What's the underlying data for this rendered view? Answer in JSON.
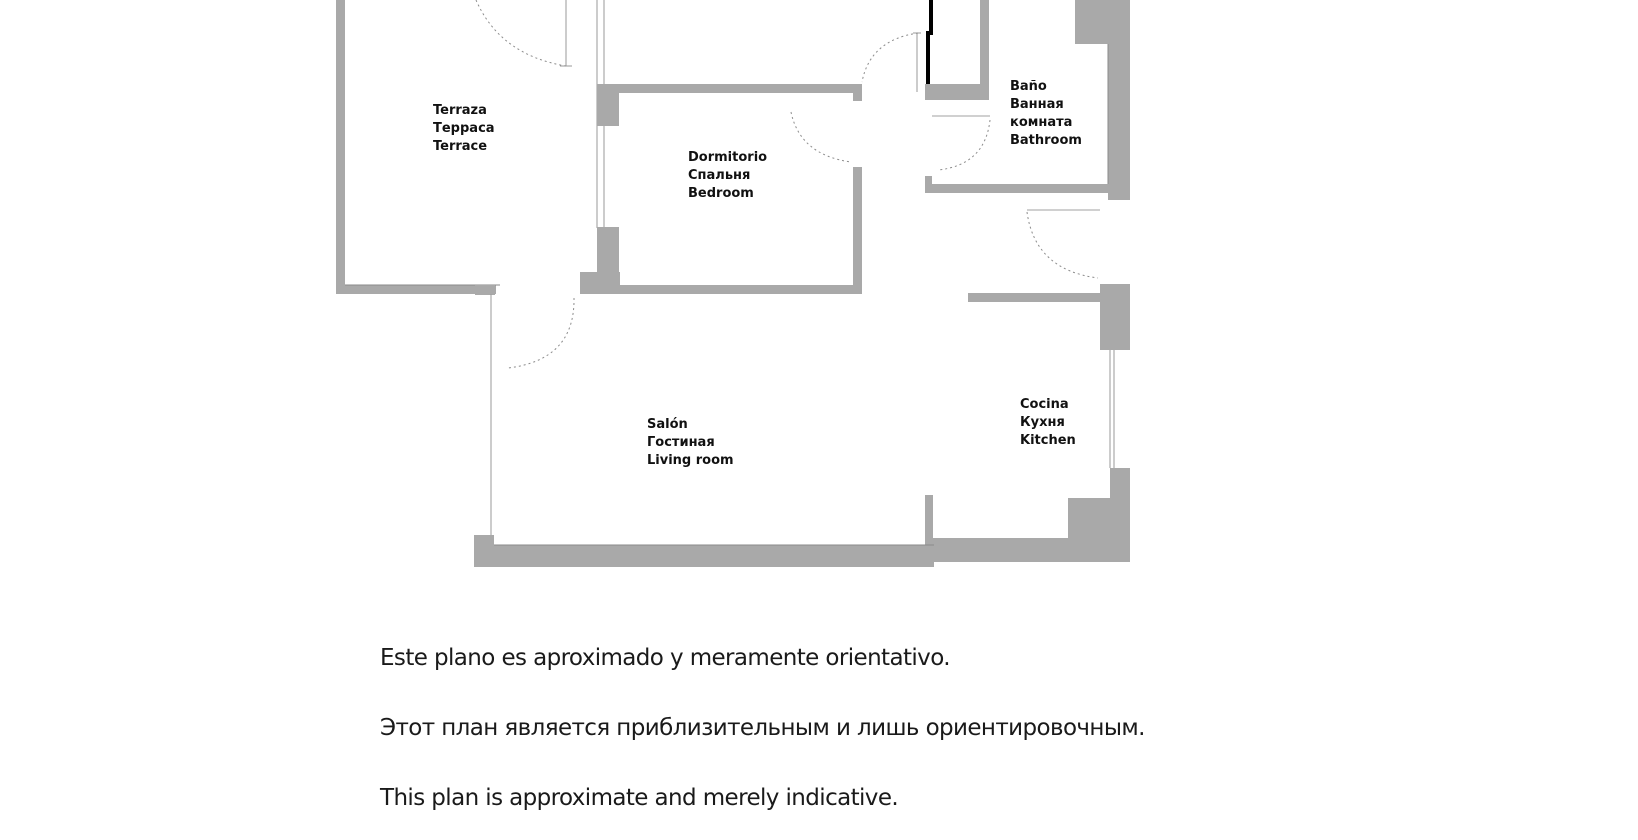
{
  "floorplan": {
    "colors": {
      "wall": "#a9a9a9",
      "background": "#ffffff",
      "text": "#111111"
    },
    "rooms": [
      {
        "id": "terrace",
        "lines": [
          "Terraza",
          "Терраса",
          "Terrace"
        ]
      },
      {
        "id": "bedroom",
        "lines": [
          "Dormitorio",
          "Спальня",
          "Bedroom"
        ]
      },
      {
        "id": "bathroom",
        "lines": [
          "Baño",
          "Ванная",
          "комната",
          "Bathroom"
        ]
      },
      {
        "id": "living-room",
        "lines": [
          "Salón",
          "Гостиная",
          "Living room"
        ]
      },
      {
        "id": "kitchen",
        "lines": [
          "Cocina",
          "Кухня",
          "Kitchen"
        ]
      }
    ]
  },
  "disclaimer": {
    "es": "Este plano es aproximado y meramente orientativo.",
    "ru": "Этот план является приблизительным и лишь ориентировочным.",
    "en": "This plan is approximate and merely indicative."
  }
}
